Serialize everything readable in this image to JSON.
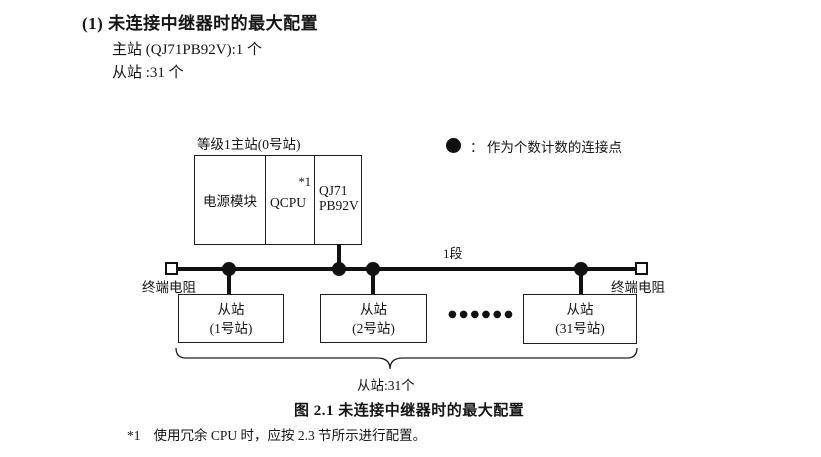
{
  "header": {
    "title": "(1) 未连接中继器时的最大配置",
    "master_line": "主站 (QJ71PB92V):1 个",
    "slave_line": "从站 :31 个"
  },
  "diagram": {
    "master": {
      "label": "等级1主站(0号站)",
      "power_cell": "电源模块",
      "cpu_cell": "QCPU",
      "cpu_note": "*1",
      "pb_line1": "QJ71",
      "pb_line2": "PB92V"
    },
    "legend": {
      "text": "：  作为个数计数的连接点"
    },
    "bus": {
      "segment_label": "1段",
      "terminator_left_label": "终端电阻",
      "terminator_right_label": "终端电阻"
    },
    "slaves": [
      {
        "line1": "从站",
        "line2": "(1号站)"
      },
      {
        "line1": "从站",
        "line2": "(2号站)"
      },
      {
        "line1": "从站",
        "line2": "(31号站)"
      }
    ],
    "ellipsis": "●●●●●●",
    "brace_label": "从站:31个"
  },
  "caption": "图 2.1 未连接中继器时的最大配置",
  "footnote": {
    "marker": "*1",
    "text": "使用冗余 CPU 时，应按 2.3 节所示进行配置。"
  },
  "colors": {
    "ink": "#151515",
    "line": "#111111",
    "background": "#ffffff"
  }
}
